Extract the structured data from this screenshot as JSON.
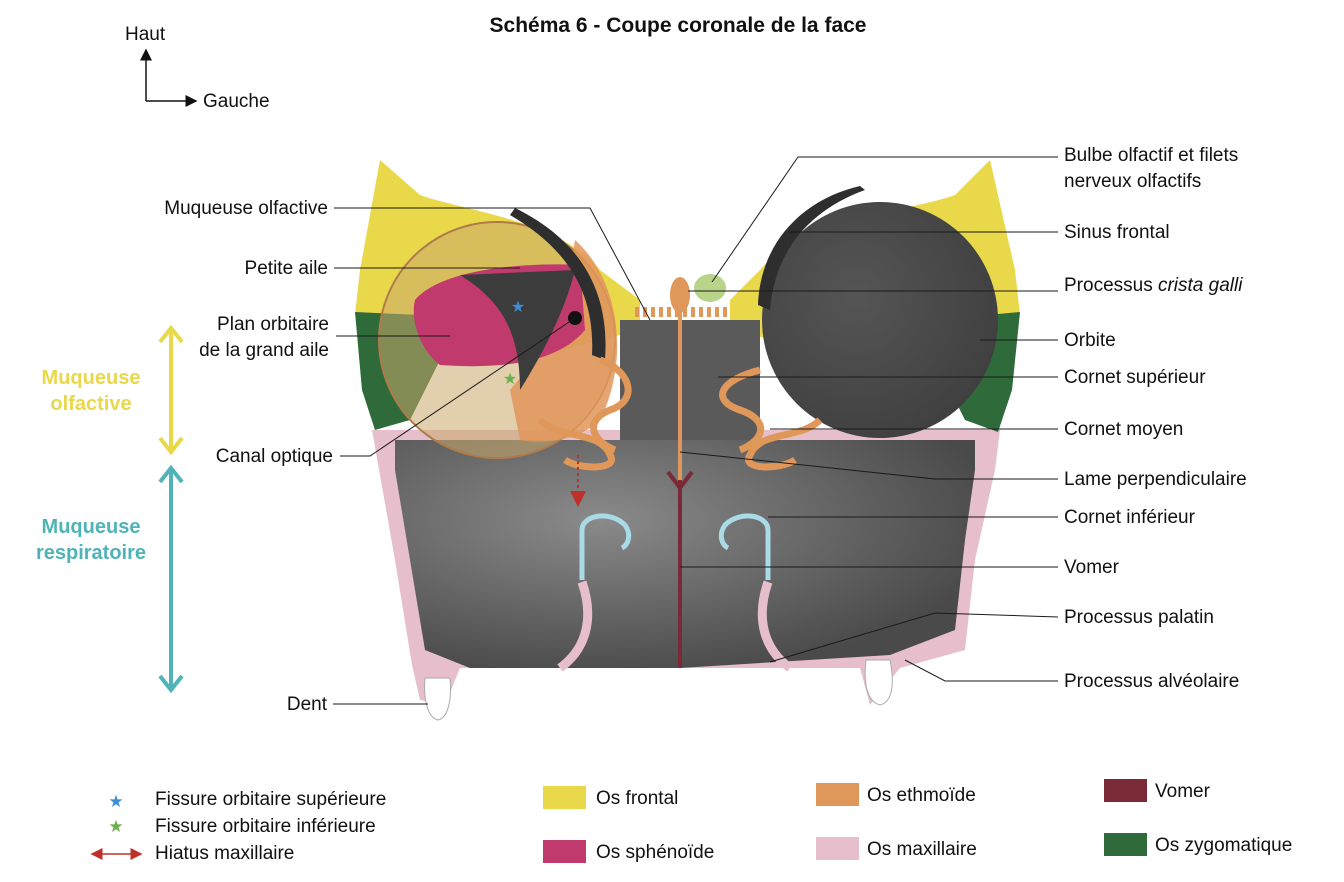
{
  "title": "Schéma 6 - Coupe coronale de la face",
  "orientation": {
    "up": "Haut",
    "left": "Gauche"
  },
  "side_labels": {
    "olfactive": {
      "line1": "Muqueuse",
      "line2": "olfactive",
      "color": "#e8d84a"
    },
    "respiratoire": {
      "line1": "Muqueuse",
      "line2": "respiratoire",
      "color": "#4fb3b8"
    }
  },
  "left_labels": {
    "muqueuse_olfactive": "Muqueuse olfactive",
    "petite_aile": "Petite aile",
    "plan_orbitaire_1": "Plan orbitaire",
    "plan_orbitaire_2": "de la grand aile",
    "canal_optique": "Canal optique",
    "dent": "Dent"
  },
  "right_labels": {
    "bulbe_1": "Bulbe olfactif et filets",
    "bulbe_2": "nerveux olfactifs",
    "sinus_frontal": "Sinus frontal",
    "crista_prefix": "Processus ",
    "crista_italic": "crista galli",
    "orbite": "Orbite",
    "cornet_superieur": "Cornet supérieur",
    "cornet_moyen": "Cornet moyen",
    "lame": "Lame perpendiculaire",
    "cornet_inferieur": "Cornet inférieur",
    "vomer": "Vomer",
    "processus_palatin": "Processus palatin",
    "processus_alveolaire": "Processus alvéolaire"
  },
  "symbol_legend": {
    "fissure_sup": "Fissure orbitaire supérieure",
    "fissure_inf": "Fissure orbitaire inférieure",
    "hiatus": "Hiatus maxillaire"
  },
  "color_legend": {
    "frontal": {
      "label": "Os frontal",
      "color": "#e8d84a"
    },
    "sphenoide": {
      "label": "Os sphénoïde",
      "color": "#c13a6e"
    },
    "ethmoide": {
      "label": "Os ethmoïde",
      "color": "#e0975a"
    },
    "maxillaire": {
      "label": "Os maxillaire",
      "color": "#e7bfcc"
    },
    "vomer": {
      "label": "Vomer",
      "color": "#7a2a36"
    },
    "zygomatique": {
      "label": "Os zygomatique",
      "color": "#2f6b3a"
    }
  }
}
